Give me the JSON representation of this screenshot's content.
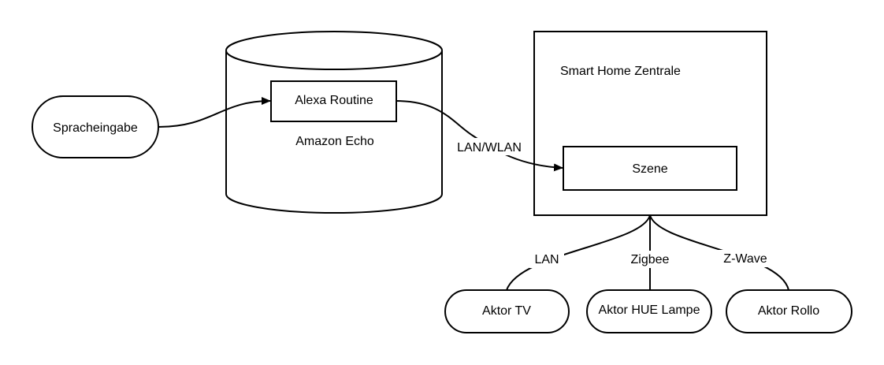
{
  "nodes": {
    "spracheingabe": "Spracheingabe",
    "alexa_routine": "Alexa Routine",
    "amazon_echo": "Amazon Echo",
    "smart_home_zentrale": "Smart Home Zentrale",
    "szene": "Szene",
    "aktor_tv": "Aktor TV",
    "aktor_hue": "Aktor HUE Lampe",
    "aktor_rollo": "Aktor Rollo"
  },
  "edges": {
    "lan_wlan": "LAN/WLAN",
    "lan": "LAN",
    "zigbee": "Zigbee",
    "zwave": "Z-Wave"
  },
  "colors": {
    "stroke": "#000000",
    "background": "#ffffff"
  }
}
